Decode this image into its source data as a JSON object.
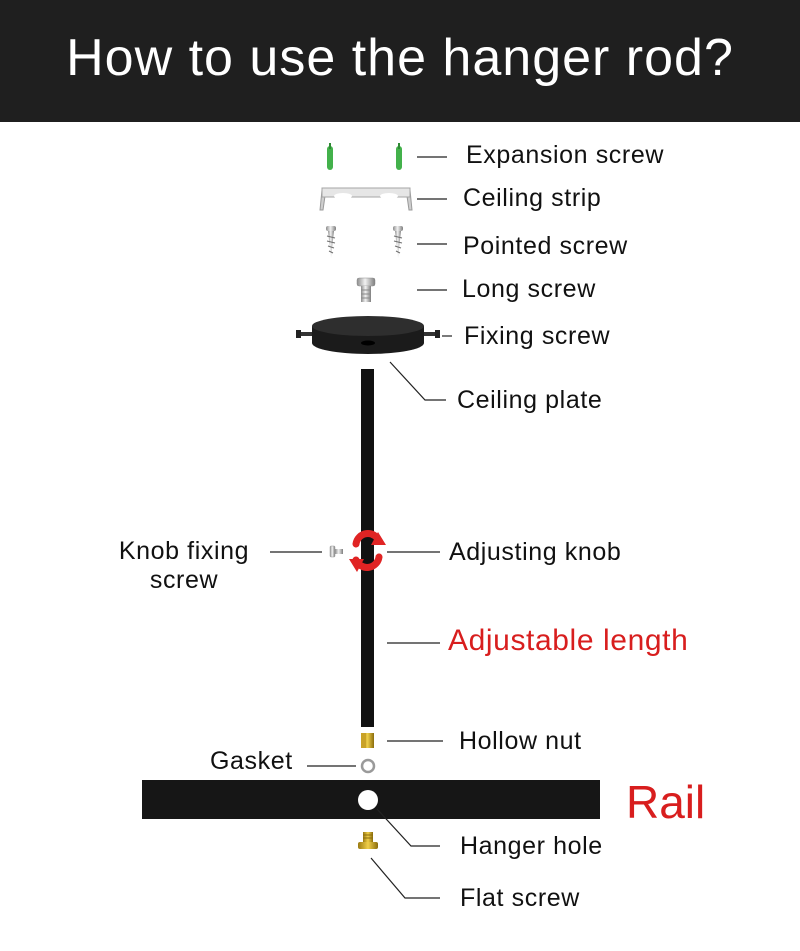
{
  "header": {
    "title": "How to use the hanger rod?"
  },
  "colors": {
    "header_bg": "#1f1f1f",
    "accent_red": "#d81e1e",
    "anchor_green": "#43b14b",
    "brass": "#c9a227"
  },
  "labels": {
    "expansion_screw": "Expansion screw",
    "ceiling_strip": "Ceiling strip",
    "pointed_screw": "Pointed screw",
    "long_screw": "Long screw",
    "fixing_screw": "Fixing screw",
    "ceiling_plate": "Ceiling plate",
    "knob_fixing_screw_line1": "Knob fixing",
    "knob_fixing_screw_line2": "screw",
    "adjusting_knob": "Adjusting knob",
    "adjustable_length": "Adjustable length",
    "hollow_nut": "Hollow nut",
    "gasket": "Gasket",
    "rail": "Rail",
    "hanger_hole": "Hanger hole",
    "flat_screw": "Flat screw"
  }
}
